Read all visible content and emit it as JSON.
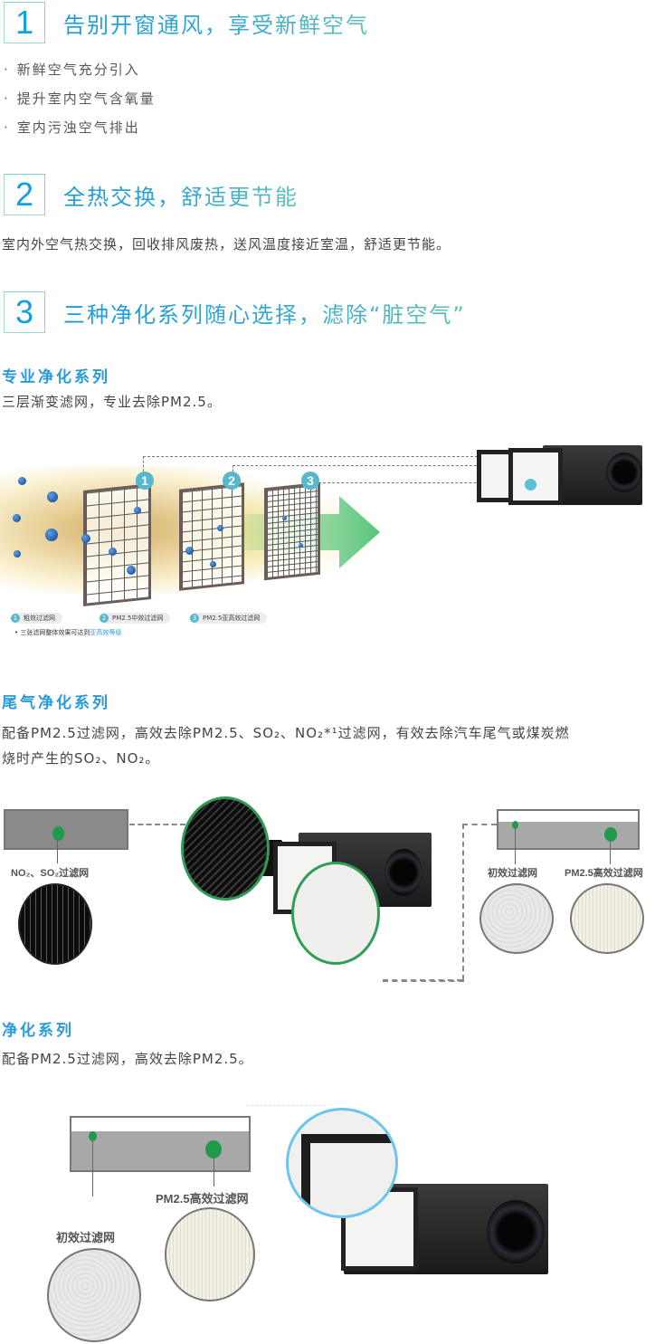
{
  "sections": [
    {
      "number": "1",
      "title": "告别开窗通风，享受新鲜空气",
      "bullets": [
        "新鲜空气充分引入",
        "提升室内空气含氧量",
        "室内污浊空气排出"
      ],
      "bullet_marker": "·"
    },
    {
      "number": "2",
      "title": "全热交换，舒适更节能",
      "text": "室内外空气热交换，回收排风废热，送风温度接近室温，舒适更节能。"
    },
    {
      "number": "3",
      "title": "三种净化系列随心选择，滤除“脏空气”"
    }
  ],
  "series": [
    {
      "title": "专业净化系列",
      "text": "三层渐变滤网，专业去除PM2.5。",
      "figure": {
        "badges": [
          "1",
          "2",
          "3"
        ],
        "legend": [
          "粗效过滤网",
          "PM2.5中效过滤网",
          "PM2.5亚高效过滤网"
        ],
        "note_prefix": "三张滤网整体效果可达到",
        "note_highlight": "亚高效等级",
        "note_marker": "•"
      }
    },
    {
      "title": "尾气净化系列",
      "text_line1": "配备PM2.5过滤网，高效去除PM2.5、SO₂、NO₂*¹过滤网，有效去除汽车尾气或煤炭燃",
      "text_line2": "烧时产生的SO₂、NO₂。",
      "figure": {
        "left_label": "NO₂、SO₂过滤网",
        "right_labels": [
          "初效过滤网",
          "PM2.5高效过滤网"
        ]
      }
    },
    {
      "title": "净化系列",
      "text": "配备PM2.5过滤网，高效去除PM2.5。",
      "figure": {
        "labels": [
          "PM2.5高效过滤网",
          "初效过滤网"
        ]
      }
    }
  ],
  "colors": {
    "accent_blue": "#1b9ad9",
    "accent_teal": "#60c0b3",
    "subtitle_blue": "#2a9ad8",
    "dot_green": "#1f9a4b",
    "badge_blue": "#56b8cf",
    "ring_blue": "#6cc6ec"
  }
}
